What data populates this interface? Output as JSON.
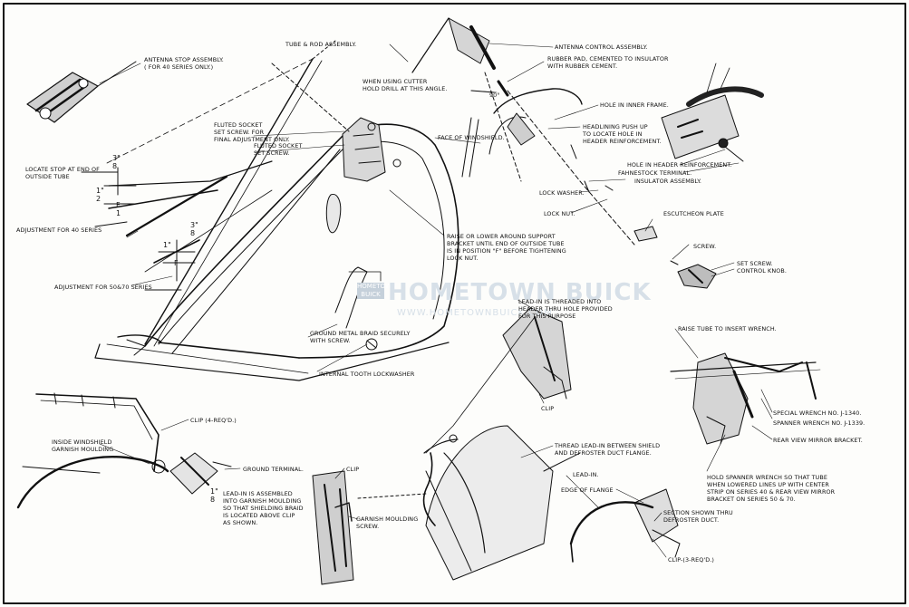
{
  "labels": {
    "tube_rod": "TUBE & ROD ASSEMBLY.",
    "antenna_control": "ANTENNA CONTROL ASSEMBLY.",
    "rubber_pad": "RUBBER PAD, CEMENTED TO INSULATOR\nWITH RUBBER CEMENT.",
    "cutter": "WHEN USING CUTTER\nHOLD DRILL AT THIS ANGLE.",
    "angle": "90°",
    "hole_inner": "HOLE IN INNER FRAME.",
    "headlining": "HEADLINING PUSH UP\nTO LOCATE HOLE IN\nHEADER REINFORCEMENT.",
    "face_windshield": "FACE OF WINDSHIELD.",
    "hole_header": "HOLE IN HEADER REINFORCEMENT.",
    "fahnestock": "FAHNESTOCK TERMINAL.",
    "insulator": "INSULATOR ASSEMBLY.",
    "lock_washer": "LOCK WASHER.",
    "lock_nut": "LOCK NUT.",
    "escutcheon": "ESCUTCHEON PLATE",
    "screw": "SCREW.",
    "set_screw": "SET SCREW.",
    "control_knob": "CONTROL KNOB.",
    "antenna_stop": "ANTENNA STOP ASSEMBLY.\n( FOR 40 SERIES ONLY.)",
    "fluted1": "FLUTED SOCKET\nSET SCREW. FOR\nFINAL ADJUSTMENT ONLY.",
    "fluted2": "FLUTED SOCKET\nSET SCREW.",
    "locate_stop": "LOCATE STOP AT END OF\nOUTSIDE TUBE",
    "adj40": "ADJUSTMENT FOR 40 SERIES",
    "adj5070": "ADJUSTMENT FOR 50&70 SERIES",
    "raise_lower": "RAISE OR LOWER AROUND SUPPORT\nBRACKET UNTIL END OF OUTSIDE TUBE\nIS IN POSITION \"F\" BEFORE TIGHTENING\nLOCK NUT.",
    "ground_braid": "GROUND METAL BRAID SECURELY\nWITH SCREW.",
    "internal_tooth": "INTERNAL TOOTH LOCKWASHER",
    "lead_threaded": "LEAD-IN IS THREADED INTO\nHEADER THRU HOLE PROVIDED\nFOR THIS PURPOSE",
    "raise_tube": "RAISE TUBE TO INSERT WRENCH.",
    "special_wrench": "SPECIAL WRENCH NO. J-1340.",
    "spanner_wrench": "SPANNER WRENCH NO. J-1339.",
    "mirror_bracket": "REAR VIEW MIRROR BRACKET.",
    "hold_spanner": "HOLD SPANNER WRENCH SO THAT TUBE\nWHEN LOWERED LINES UP WITH CENTER\nSTRIP ON SERIES 40 & REAR VIEW MIRROR\nBRACKET ON SERIES 50 & 70.",
    "clip4": "CLIP (4-REQ'D.)",
    "inside_moulding": "INSIDE WINDSHIELD\nGARNISH MOULDING",
    "ground_terminal": "GROUND TERMINAL.",
    "lead_assembled": "LEAD-IN IS ASSEMBLED\nINTO GARNISH MOULDING\nSO THAT SHIELDING BRAID\nIS LOCATED ABOVE CLIP\nAS SHOWN.",
    "clip_a": "CLIP",
    "clip_b": "CLIP",
    "garnish_screw": "GARNISH MOULDING\nSCREW.",
    "thread_lead": "THREAD LEAD-IN BETWEEN SHIELD\nAND DEFROSTER DUCT FLANGE.",
    "lead_in": "LEAD-IN.",
    "edge_flange": "EDGE OF FLANGE",
    "section": "SECTION SHOWN THRU\nDEFROSTER DUCT.",
    "clip3": "CLIP-(3-REQ'D.)"
  },
  "dims": {
    "d1": "3\"\n8",
    "d2": "1\"\n2",
    "d3": "F\n1",
    "d4": "3\"\n8",
    "d5": "1\"",
    "d6": "F",
    "d7": "1\"\n8"
  },
  "watermark": {
    "badge": "HOMETOWN\nBUICK",
    "title": "HOMETOWN BUICK",
    "url": "WWW.HOMETOWNBUICK.COM"
  },
  "colors": {
    "ink": "#111111",
    "paper": "#fdfdfb",
    "watermark": "#d7e0e8"
  }
}
